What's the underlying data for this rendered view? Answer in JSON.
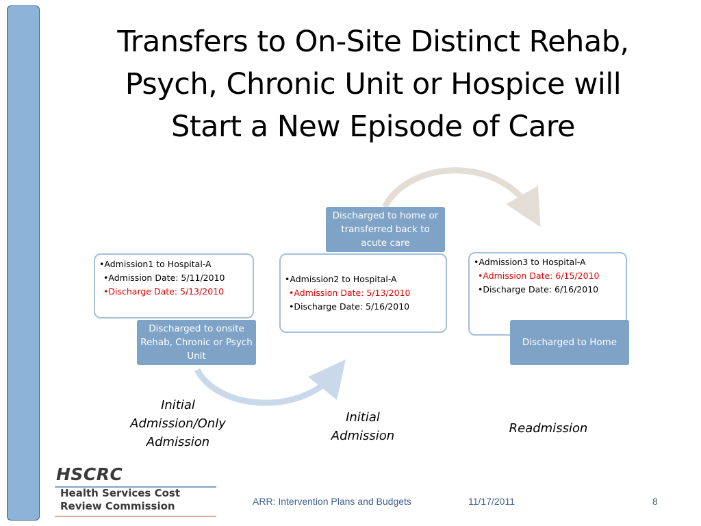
{
  "title": {
    "lines": [
      "Transfers to On-Site Distinct Rehab,",
      "Psych, Chronic Unit or Hospice will",
      "Start a New Episode of Care"
    ]
  },
  "stages": [
    {
      "header": "•Admission1 to Hospital-A",
      "admission_date": "•Admission Date: 5/11/2010",
      "discharge_date": "•Discharge Date: 5/13/2010",
      "tag": "Discharged to onsite Rehab, Chronic or Psych Unit",
      "caption": [
        "Initial",
        "Admission/Only",
        "Admission"
      ]
    },
    {
      "header": "•Admission2 to Hospital-A",
      "admission_date": "•Admission Date: 5/13/2010",
      "discharge_date": "•Discharge Date: 5/16/2010",
      "tag": "Discharged to home or transferred back to acute care",
      "caption": [
        "Initial",
        "Admission"
      ]
    },
    {
      "header": "•Admission3 to Hospital-A",
      "admission_date": "•Admission Date: 6/15/2010",
      "discharge_date": "•Discharge Date: 6/16/2010",
      "tag": "Discharged to Home",
      "caption": [
        "Readmission"
      ]
    }
  ],
  "colors": {
    "highlight": "#e00000",
    "tag_fill": "#7fa3c7",
    "card_border": "#a3bfd9",
    "sidebar": "#8cb4d8"
  },
  "logo": {
    "abbr": "HSCRC",
    "line1": "Health Services Cost",
    "line2": "Review Commission"
  },
  "footer": {
    "presentation": "ARR: Intervention Plans and Budgets",
    "date": "11/17/2011",
    "slide_number": "8"
  }
}
